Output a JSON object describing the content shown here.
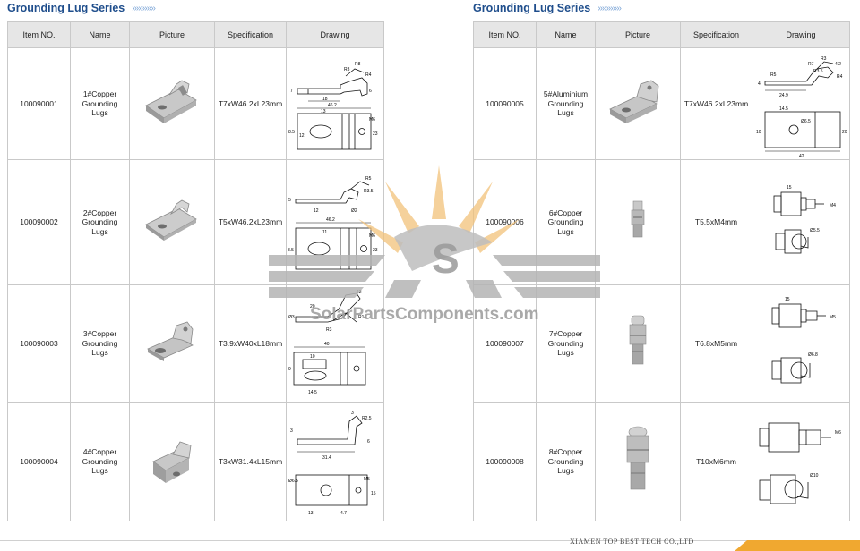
{
  "left": {
    "title": "Grounding Lug Series",
    "chevrons": "›››››››››››",
    "headers": [
      "Item NO.",
      "Name",
      "Picture",
      "Specification",
      "Drawing"
    ],
    "rows": [
      {
        "item": "100090001",
        "name": "1#Copper\nGrounding\nLugs",
        "spec": "T7xW46.2xL23mm",
        "dims": [
          "R8",
          "R3",
          "R4",
          "7",
          "18",
          "6",
          "46.2",
          "13",
          "8.5",
          "12",
          "M6",
          "23"
        ]
      },
      {
        "item": "100090002",
        "name": "2#Copper\nGrounding\nLugs",
        "spec": "T5xW46.2xL23mm",
        "dims": [
          "R5",
          "R3.5",
          "5",
          "12",
          "Ø2",
          "46.2",
          "11",
          "8.5",
          "M6",
          "23"
        ]
      },
      {
        "item": "100090003",
        "name": "3#Copper\nGrounding\nLugs",
        "spec": "T3.9xW40xL18mm",
        "dims": [
          "12",
          "20",
          "Ø3",
          "R14",
          "R3",
          "40",
          "10",
          "9",
          "14.5"
        ]
      },
      {
        "item": "100090004",
        "name": "4#Copper\nGrounding\nLugs",
        "spec": "T3xW31.4xL15mm",
        "dims": [
          "3",
          "R2.5",
          "3",
          "31.4",
          "6",
          "Ø6.5",
          "M5",
          "15",
          "13",
          "4.7"
        ]
      }
    ]
  },
  "right": {
    "title": "Grounding Lug Series",
    "chevrons": "›››››››››››",
    "headers": [
      "Item NO.",
      "Name",
      "Picture",
      "Specification",
      "Drawing"
    ],
    "rows": [
      {
        "item": "100090005",
        "name": "5#Aluminium\nGrounding\nLugs",
        "spec": "T7xW46.2xL23mm",
        "dims": [
          "R3",
          "R7",
          "R3.5",
          "4.2",
          "4",
          "24.9",
          "R5",
          "R4",
          "14.5",
          "Ø6.5",
          "10",
          "20",
          "42"
        ]
      },
      {
        "item": "100090006",
        "name": "6#Copper\nGrounding\nLugs",
        "spec": "T5.5xM4mm",
        "dims": [
          "15",
          "M4",
          "Ø5.5"
        ]
      },
      {
        "item": "100090007",
        "name": "7#Copper\nGrounding\nLugs",
        "spec": "T6.8xM5mm",
        "dims": [
          "15",
          "M5",
          "Ø6.8"
        ]
      },
      {
        "item": "100090008",
        "name": "8#Copper\nGrounding\nLugs",
        "spec": "T10xM6mm",
        "dims": [
          "M6",
          "Ø10"
        ]
      }
    ]
  },
  "watermark": {
    "text": "SolarPartsComponents.com",
    "accent": "#f2c27a",
    "grid_color": "#b5b5b5",
    "text_color": "#a0a0a0"
  },
  "footer": {
    "company": "XIAMEN TOP BEST TECH CO.,LTD",
    "accent": "#f0a830"
  },
  "colors": {
    "title": "#1f4e8c",
    "header_bg": "#e6e6e6",
    "border": "#c9c9c9"
  }
}
